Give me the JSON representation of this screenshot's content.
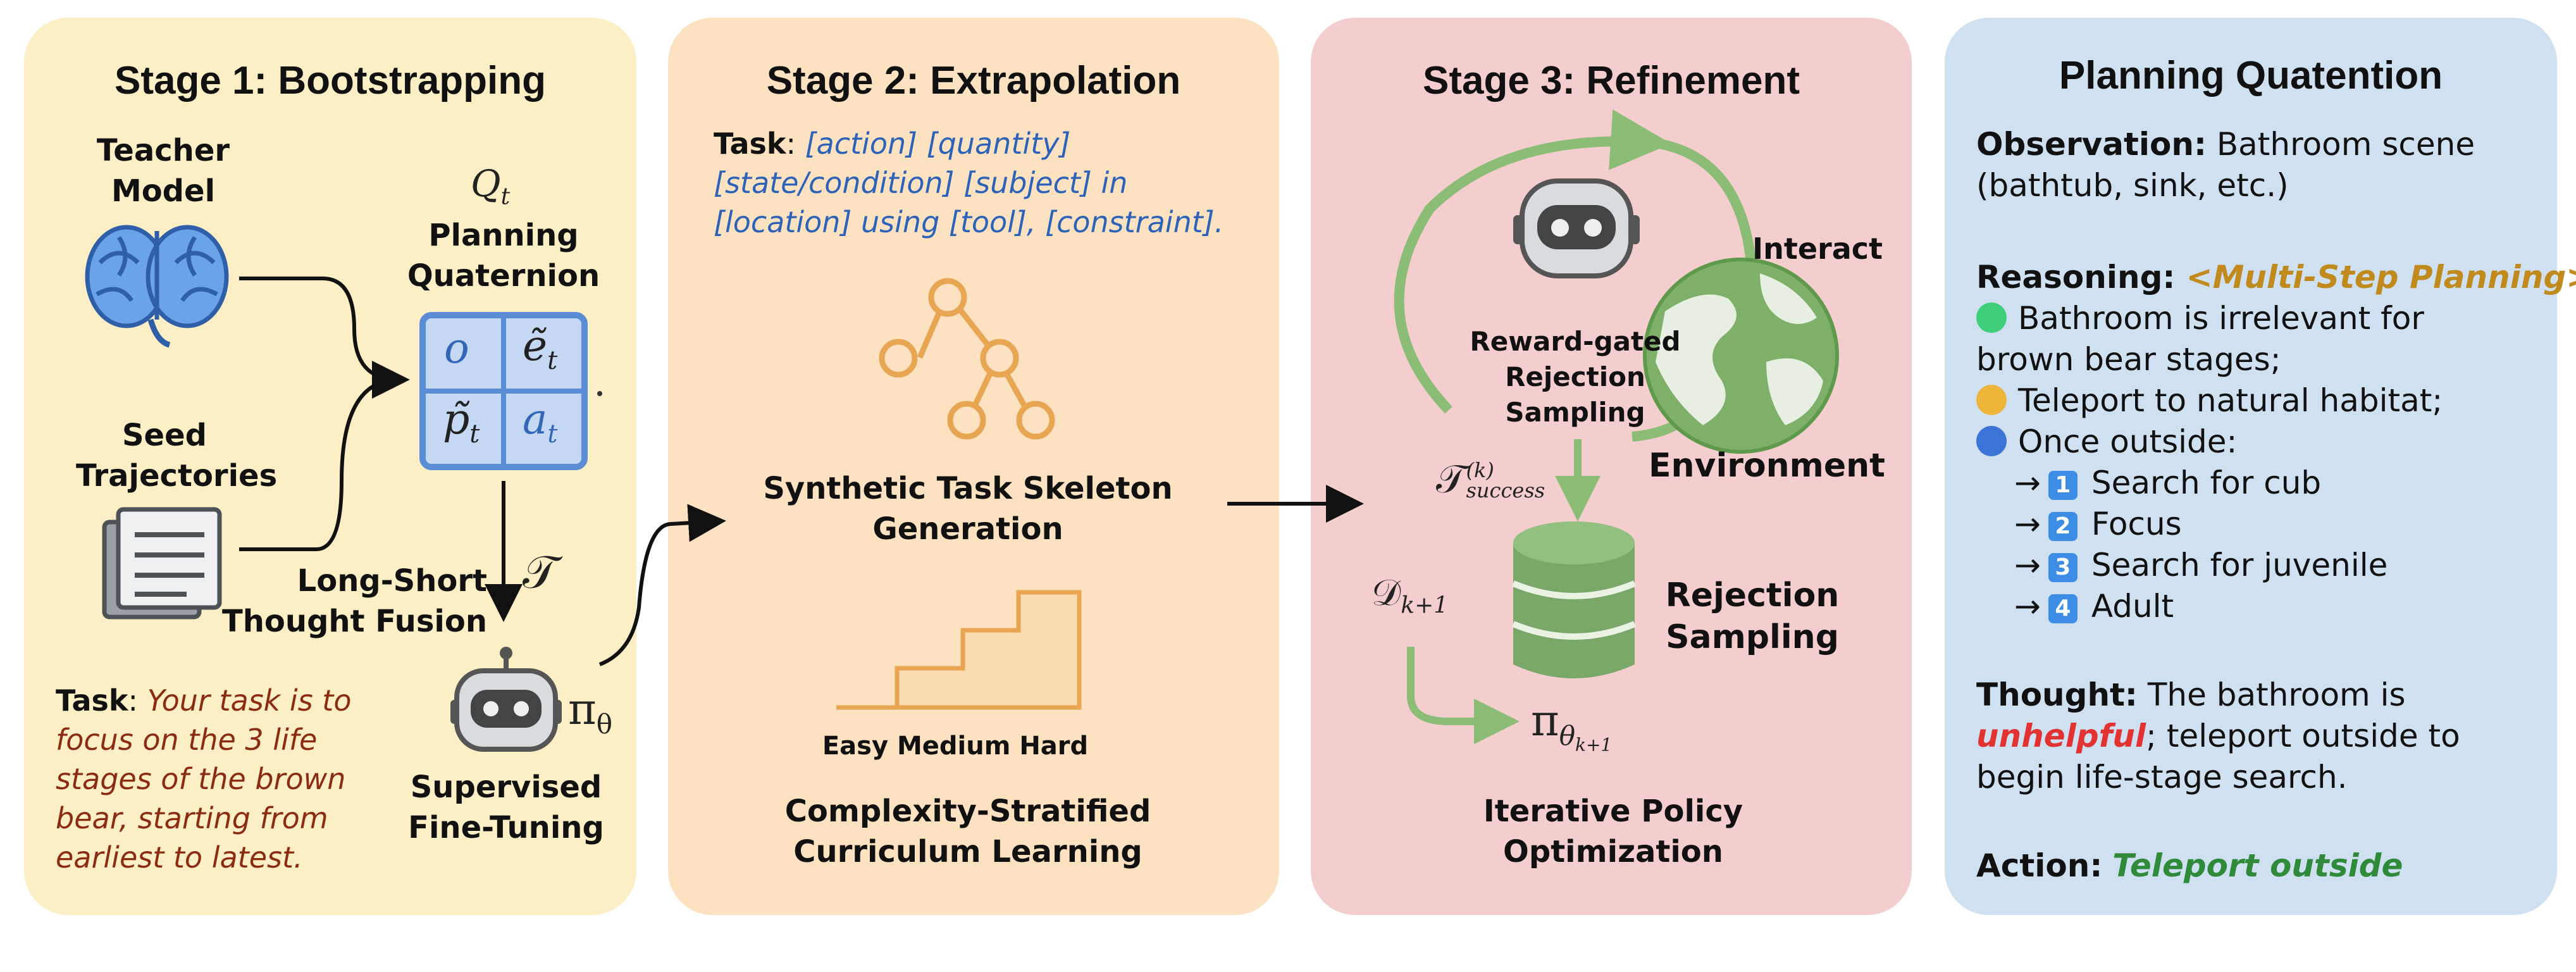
{
  "colors": {
    "stage1_bg": "#fcefc6",
    "stage2_bg": "#fde2c2",
    "stage3_bg": "#f4cdcf",
    "panel4_bg": "#cfe0f1",
    "task_italic_brown": "#8b2c12",
    "task_italic_blue": "#2c63b8",
    "orange_icon": "#e8a653",
    "green": "#7fb069",
    "gold_italic": "#c08a1c",
    "red_italic": "#e33232",
    "green_italic": "#2f8a3a"
  },
  "stage1": {
    "title": "Stage 1: Bootstrapping",
    "teacher_line1": "Teacher",
    "teacher_line2": "Model",
    "seed_line1": "Seed",
    "seed_line2": "Trajectories",
    "q_symbol": "Q",
    "q_sub": "t",
    "quaternion_line1": "Planning",
    "quaternion_line2": "Quaternion",
    "cells": [
      "o",
      "ẽ",
      "p̃",
      "a"
    ],
    "cell_subs": [
      "",
      "t",
      "t",
      "t"
    ],
    "fusion_line1": "Long-Short",
    "fusion_line2": "Thought Fusion",
    "tau_symbol": "𝒯",
    "pi_symbol": "π",
    "pi_sub": "θ",
    "sft_line1": "Supervised",
    "sft_line2": "Fine-Tuning",
    "task_label": "Task",
    "task_lines": [
      "Your task is to",
      "focus on the 3 life",
      "stages of the brown",
      "bear, starting from",
      "earliest to latest."
    ],
    "icons": [
      "brain-icon",
      "document-icon",
      "robot-icon"
    ]
  },
  "stage2": {
    "title": "Stage 2: Extrapolation",
    "task_label": "Task",
    "task_lines": [
      "[action] [quantity]",
      "[state/condition] [subject] in",
      "[location] using [tool], [constraint]."
    ],
    "skeleton_line1": "Synthetic Task Skeleton",
    "skeleton_line2": "Generation",
    "levels": "Easy Medium Hard",
    "curriculum_line1": "Complexity-Stratified",
    "curriculum_line2": "Curriculum Learning",
    "icons": [
      "tree-icon",
      "stairs-icon"
    ]
  },
  "stage3": {
    "title": "Stage 3: Refinement",
    "interact": "Interact",
    "gated_line1": "Reward-gated",
    "gated_line2": "Rejection",
    "gated_line3": "Sampling",
    "environment": "Environment",
    "tau_success": "𝒯",
    "tau_sup": "(k)",
    "tau_sub": "success",
    "d_symbol": "𝒟",
    "d_sub": "k+1",
    "rejection_line1": "Rejection",
    "rejection_line2": "Sampling",
    "pi_symbol": "π",
    "pi_sub": "θ",
    "pi_subsub": "k+1",
    "iterative_line1": "Iterative Policy",
    "iterative_line2": "Optimization",
    "icons": [
      "robot-icon",
      "globe-icon",
      "database-icon"
    ]
  },
  "panel4": {
    "title": "Planning Quatention",
    "observation_label": "Observation:",
    "observation_line1": " Bathroom scene",
    "observation_line2": "(bathtub, sink, etc.)",
    "reasoning_label": "Reasoning",
    "reasoning_tag": "<Multi-Step Planning>",
    "bullet1_line1": "Bathroom is irrelevant for",
    "bullet1_line2": "brown bear stages;",
    "bullet2": "Teleport to natural habitat;",
    "bullet3": "Once outside:",
    "arrow": "→",
    "steps": [
      {
        "num": "1",
        "text": "Search for cub"
      },
      {
        "num": "2",
        "text": "Focus"
      },
      {
        "num": "3",
        "text": "Search for juvenile"
      },
      {
        "num": "4",
        "text": "Adult"
      }
    ],
    "thought_label": "Thought:",
    "thought_line1": " The bathroom is",
    "thought_unhelpful": "unhelpful",
    "thought_line2_rest": "; teleport outside to",
    "thought_line3": "begin life-stage search.",
    "action_label": "Action:",
    "action_value": "Teleport outside",
    "dot_colors": [
      "#3fcf7a",
      "#efb43a",
      "#3b74d6"
    ]
  }
}
